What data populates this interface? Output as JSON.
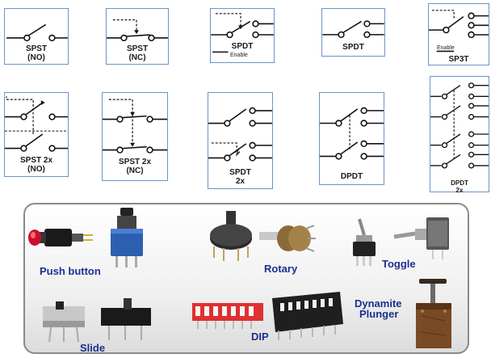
{
  "diagram": {
    "row1": [
      {
        "id": "spst-no",
        "label_lines": [
          "SPST",
          "(NO)"
        ],
        "sub": ""
      },
      {
        "id": "spst-nc",
        "label_lines": [
          "SPST",
          "(NC)"
        ],
        "sub": ""
      },
      {
        "id": "spdt-enable",
        "label_lines": [
          "SPDT"
        ],
        "sub": "Enable"
      },
      {
        "id": "spdt",
        "label_lines": [
          "SPDT"
        ],
        "sub": ""
      },
      {
        "id": "sp3t",
        "label_lines": [
          "SP3T"
        ],
        "sub": "Enable"
      }
    ],
    "row2": [
      {
        "id": "spst-2x-no",
        "label_lines": [
          "SPST 2x",
          "(NO)"
        ]
      },
      {
        "id": "spst-2x-nc",
        "label_lines": [
          "SPST 2x",
          "(NC)"
        ]
      },
      {
        "id": "spdt-2x",
        "label_lines": [
          "SPDT",
          "2x"
        ]
      },
      {
        "id": "dpdt",
        "label_lines": [
          "DPDT"
        ]
      },
      {
        "id": "dpdt-2x",
        "label_lines": [
          "DPDT",
          "2x"
        ]
      }
    ]
  },
  "gallery": {
    "labels": {
      "push_button": "Push button",
      "rotary": "Rotary",
      "toggle": "Toggle",
      "dynamite_plunger_line1": "Dynamite",
      "dynamite_plunger_line2": "Plunger",
      "slide": "Slide",
      "dip": "DIP"
    }
  },
  "colors": {
    "box_border": "#6b94c9",
    "gallery_label": "#1c2f8f",
    "push_cap": "#c8102e",
    "tactile_body": "#2d5fb0",
    "dip_body": "#e03030"
  }
}
